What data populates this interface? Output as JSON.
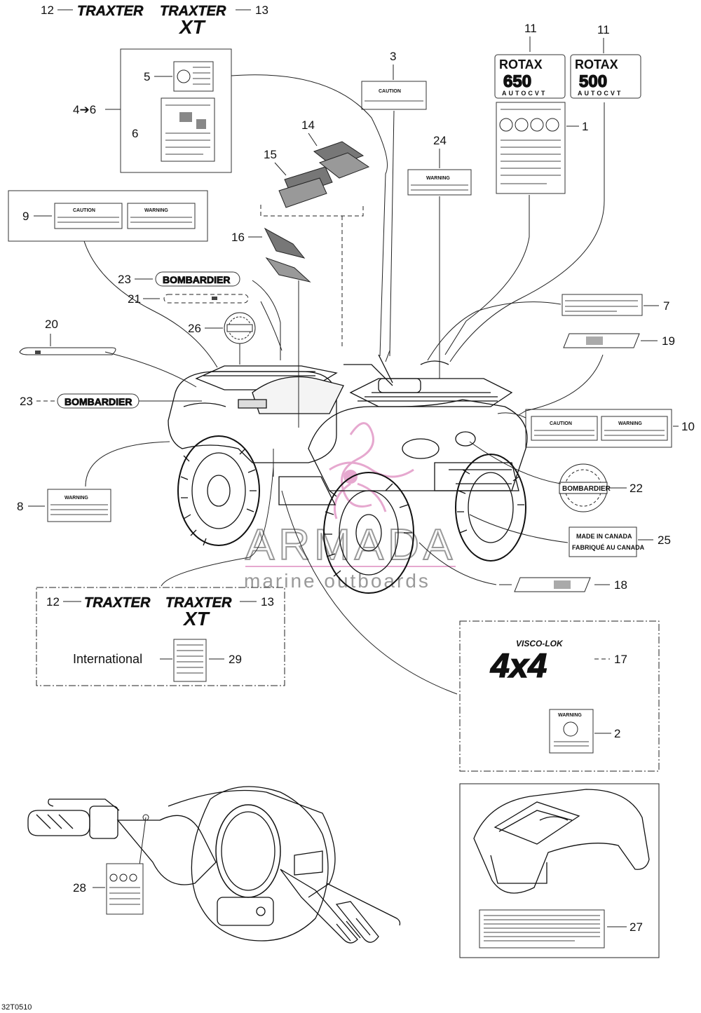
{
  "diagram": {
    "code": "32T0510",
    "watermark": {
      "brand": "ARMADA",
      "tagline": "marine outboards"
    },
    "callouts": {
      "c1": "1",
      "c2": "2",
      "c3": "3",
      "c4_6": "4➔6",
      "c5": "5",
      "c6": "6",
      "c7": "7",
      "c8": "8",
      "c9": "9",
      "c10": "10",
      "c11a": "11",
      "c11b": "11",
      "c12a": "12",
      "c12b": "12",
      "c13a": "13",
      "c13b": "13",
      "c14": "14",
      "c15": "15",
      "c16": "16",
      "c17": "17",
      "c18": "18",
      "c19": "19",
      "c20": "20",
      "c21": "21",
      "c22": "22",
      "c23a": "23",
      "c23b": "23",
      "c24": "24",
      "c25": "25",
      "c26": "26",
      "c27": "27",
      "c28": "28",
      "c29": "29"
    },
    "international_label": "International",
    "decals": {
      "traxter": "TRAXTER",
      "xt": "XT",
      "rotax": "ROTAX",
      "rotax_650": "650",
      "rotax_500": "500",
      "autocvt": "AUTOCVT",
      "bombardier": "BOMBARDIER",
      "caution": "CAUTION",
      "warning": "WARNING",
      "made_in_canada": "MADE IN CANADA",
      "fabrique_au_canada": "FABRIQUÉ AU CANADA",
      "visco_lok": "VISCO-LOK",
      "four_by_four": "4x4"
    }
  }
}
